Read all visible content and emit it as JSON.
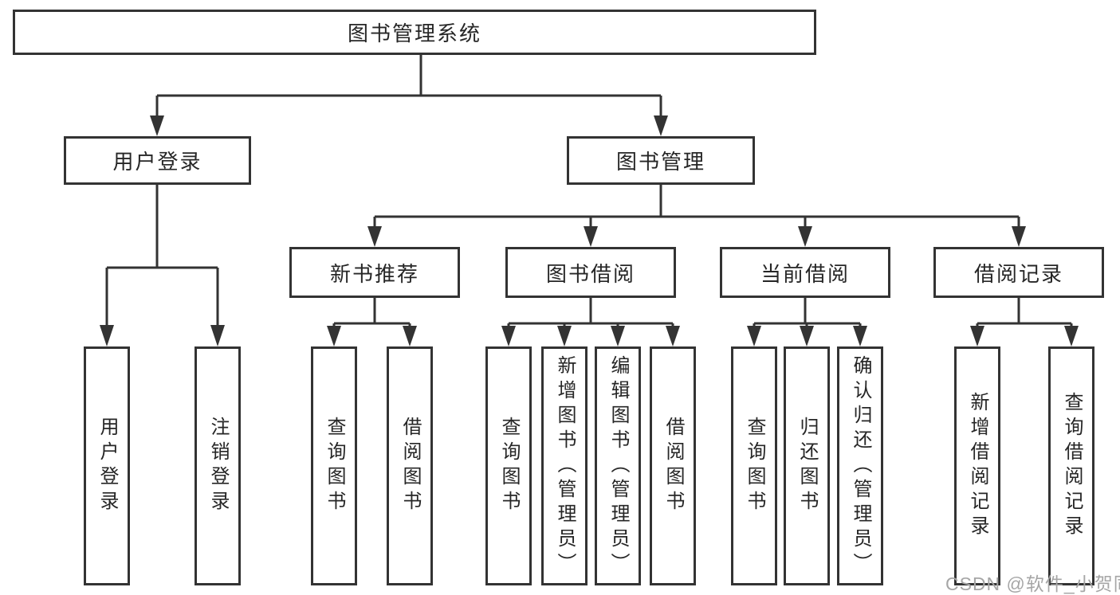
{
  "diagram": {
    "root": {
      "label": "图书管理系统"
    },
    "level2": [
      {
        "label": "用户登录"
      },
      {
        "label": "图书管理"
      }
    ],
    "level3": [
      {
        "label": "新书推荐"
      },
      {
        "label": "图书借阅"
      },
      {
        "label": "当前借阅"
      },
      {
        "label": "借阅记录"
      }
    ],
    "leaves": [
      {
        "label": "用户登录"
      },
      {
        "label": "注销登录"
      },
      {
        "label": "查询图书"
      },
      {
        "label": "借阅图书"
      },
      {
        "label": "查询图书"
      },
      {
        "label": "新增图书（管理员）"
      },
      {
        "label": "编辑图书（管理员）"
      },
      {
        "label": "借阅图书"
      },
      {
        "label": "查询图书"
      },
      {
        "label": "归还图书"
      },
      {
        "label": "确认归还（管理员）"
      },
      {
        "label": "新增借阅记录"
      },
      {
        "label": "查询借阅记录"
      }
    ]
  },
  "watermark": {
    "text": "CSDN @软件_小贺同学"
  },
  "colors": {
    "line": "#333333",
    "text": "#262626",
    "background": "#ffffff",
    "watermark": "#a6a6a6"
  }
}
